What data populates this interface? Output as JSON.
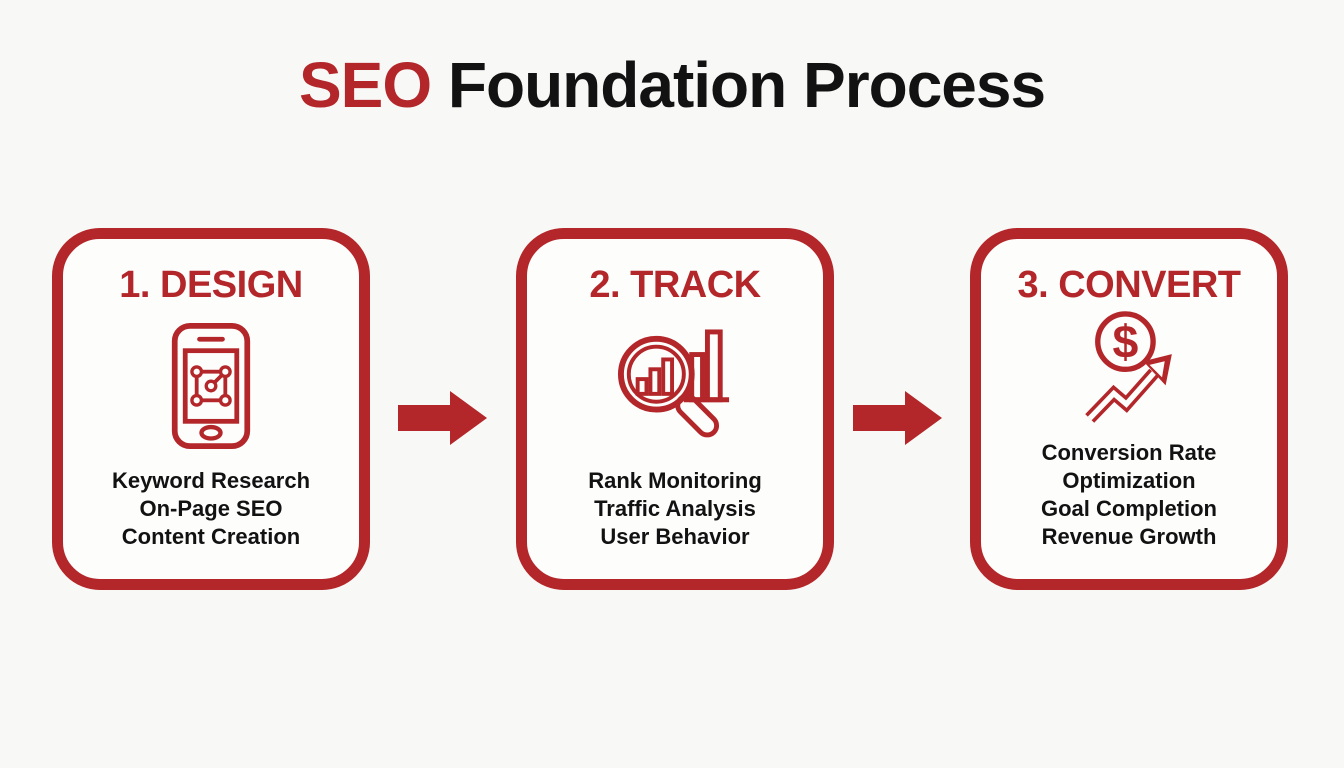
{
  "title": {
    "accent": "SEO",
    "rest": " Foundation Process"
  },
  "colors": {
    "accent": "#b32629",
    "text": "#121212",
    "background": "#f8f8f6",
    "card_bg": "#fdfdfc"
  },
  "steps": [
    {
      "heading": "1. DESIGN",
      "icon": "phone-design-icon",
      "lines": [
        "Keyword Research",
        "On-Page SEO",
        "Content Creation"
      ]
    },
    {
      "heading": "2. TRACK",
      "icon": "analytics-magnifier-icon",
      "lines": [
        "Rank Monitoring",
        "Traffic Analysis",
        "User Behavior"
      ]
    },
    {
      "heading": "3. CONVERT",
      "icon": "revenue-growth-icon",
      "lines": [
        "Conversion Rate",
        "Optimization",
        "Goal Completion",
        "Revenue Growth"
      ]
    }
  ],
  "connectors": [
    {
      "icon": "arrow-right-icon"
    },
    {
      "icon": "arrow-right-icon"
    }
  ]
}
